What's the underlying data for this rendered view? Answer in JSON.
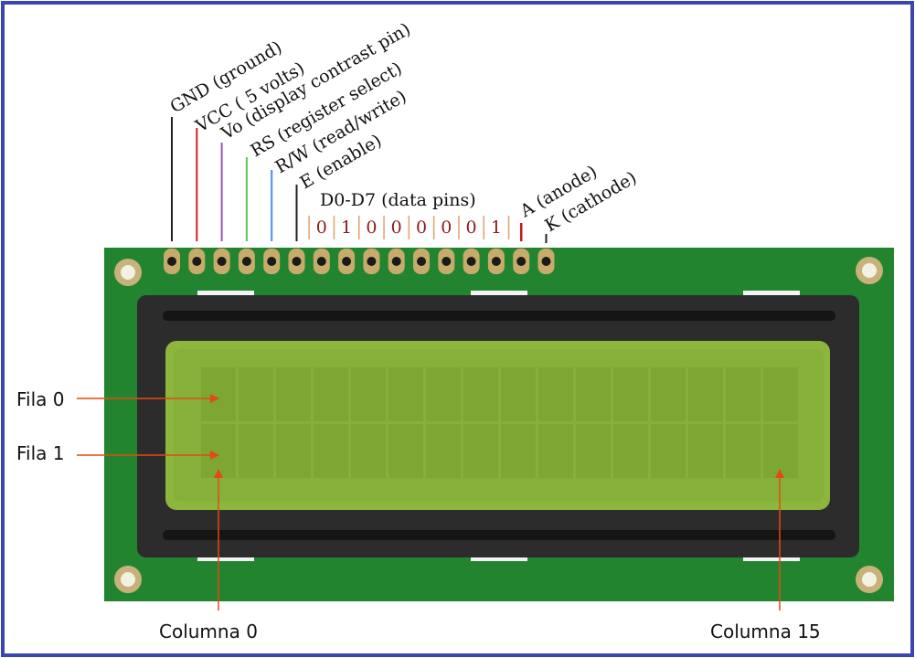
{
  "pins": [
    {
      "label": "GND (ground)",
      "color": "#222222"
    },
    {
      "label": "VCC ( 5 volts)",
      "color": "#d22020"
    },
    {
      "label": "Vo (display contrast pin)",
      "color": "#9a55c8"
    },
    {
      "label": "RS (register select)",
      "color": "#5cc45c"
    },
    {
      "label": "R/W (read/write)",
      "color": "#4a8ee0"
    },
    {
      "label": "E (enable)",
      "color": "#222222"
    }
  ],
  "data_pins": {
    "label": "D0-D7 (data pins)",
    "bits": [
      "0",
      "1",
      "0",
      "0",
      "0",
      "0",
      "0",
      "1"
    ],
    "bit_color": "#a01818",
    "divider_color": "#e0a070"
  },
  "anode_label": "A (anode)",
  "cathode_label": "K (cathode)",
  "row_labels": [
    "Fila 0",
    "Fila 1"
  ],
  "column_labels": [
    "Columna 0",
    "Columna 15"
  ],
  "grid": {
    "rows": 2,
    "columns": 16
  },
  "colors": {
    "frame": "#3b46b0",
    "pcb": "#23842f",
    "bezel": "#2c2c2c",
    "screen": "#8cb63c",
    "cell": "#7da632",
    "arrow": "#e34a12",
    "pad": "#c7ab6a"
  }
}
